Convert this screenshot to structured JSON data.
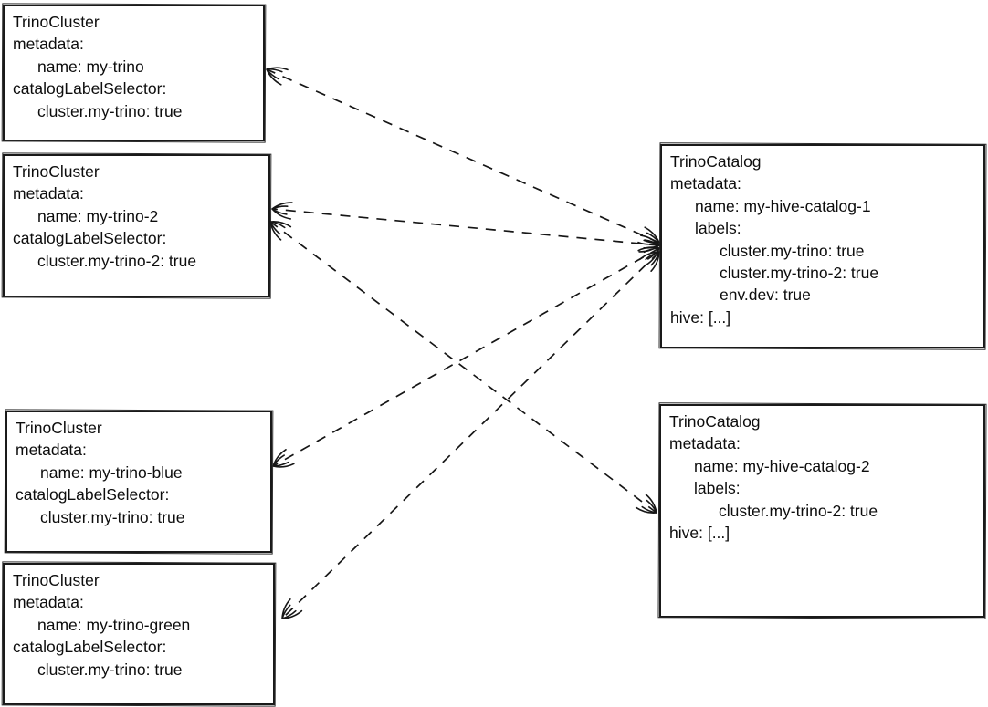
{
  "diagram": {
    "colors": {
      "background": "#ffffff",
      "stroke": "#161616",
      "text": "#0d0d0d"
    },
    "boxes": [
      {
        "id": "my-trino",
        "kind": "TrinoCluster",
        "lines": [
          {
            "t": "TrinoCluster",
            "i": 0
          },
          {
            "t": "metadata:",
            "i": 0
          },
          {
            "t": "name: my-trino",
            "i": 1
          },
          {
            "t": "catalogLabelSelector:",
            "i": 0
          },
          {
            "t": "cluster.my-trino: true",
            "i": 1
          }
        ]
      },
      {
        "id": "my-trino-2",
        "kind": "TrinoCluster",
        "lines": [
          {
            "t": "TrinoCluster",
            "i": 0
          },
          {
            "t": "metadata:",
            "i": 0
          },
          {
            "t": "name: my-trino-2",
            "i": 1
          },
          {
            "t": "catalogLabelSelector:",
            "i": 0
          },
          {
            "t": "cluster.my-trino-2: true",
            "i": 1
          }
        ]
      },
      {
        "id": "my-trino-blue",
        "kind": "TrinoCluster",
        "lines": [
          {
            "t": "TrinoCluster",
            "i": 0
          },
          {
            "t": "metadata:",
            "i": 0
          },
          {
            "t": "name: my-trino-blue",
            "i": 1
          },
          {
            "t": "catalogLabelSelector:",
            "i": 0
          },
          {
            "t": "cluster.my-trino: true",
            "i": 1
          }
        ]
      },
      {
        "id": "my-trino-green",
        "kind": "TrinoCluster",
        "lines": [
          {
            "t": "TrinoCluster",
            "i": 0
          },
          {
            "t": "metadata:",
            "i": 0
          },
          {
            "t": "name: my-trino-green",
            "i": 1
          },
          {
            "t": "catalogLabelSelector:",
            "i": 0
          },
          {
            "t": "cluster.my-trino: true",
            "i": 1
          }
        ]
      },
      {
        "id": "my-hive-catalog-1",
        "kind": "TrinoCatalog",
        "lines": [
          {
            "t": "TrinoCatalog",
            "i": 0
          },
          {
            "t": "metadata:",
            "i": 0
          },
          {
            "t": "name: my-hive-catalog-1",
            "i": 1
          },
          {
            "t": "labels:",
            "i": 1
          },
          {
            "t": "cluster.my-trino: true",
            "i": 2
          },
          {
            "t": "cluster.my-trino-2: true",
            "i": 2
          },
          {
            "t": "env.dev: true",
            "i": 2
          },
          {
            "t": "hive: [...]",
            "i": 0
          }
        ]
      },
      {
        "id": "my-hive-catalog-2",
        "kind": "TrinoCatalog",
        "lines": [
          {
            "t": "TrinoCatalog",
            "i": 0
          },
          {
            "t": "metadata:",
            "i": 0
          },
          {
            "t": "name: my-hive-catalog-2",
            "i": 1
          },
          {
            "t": "labels:",
            "i": 1
          },
          {
            "t": "cluster.my-trino-2: true",
            "i": 2
          },
          {
            "t": "hive: [...]",
            "i": 0
          }
        ]
      }
    ],
    "connections": [
      {
        "from": "my-hive-catalog-1",
        "to": "my-trino",
        "style": "dashed",
        "arrowheads": "both"
      },
      {
        "from": "my-hive-catalog-1",
        "to": "my-trino-2",
        "style": "dashed",
        "arrowheads": "both"
      },
      {
        "from": "my-hive-catalog-1",
        "to": "my-trino-blue",
        "style": "dashed",
        "arrowheads": "both"
      },
      {
        "from": "my-hive-catalog-1",
        "to": "my-trino-green",
        "style": "dashed",
        "arrowheads": "both"
      },
      {
        "from": "my-hive-catalog-2",
        "to": "my-trino-2",
        "style": "dashed",
        "arrowheads": "both"
      }
    ]
  }
}
